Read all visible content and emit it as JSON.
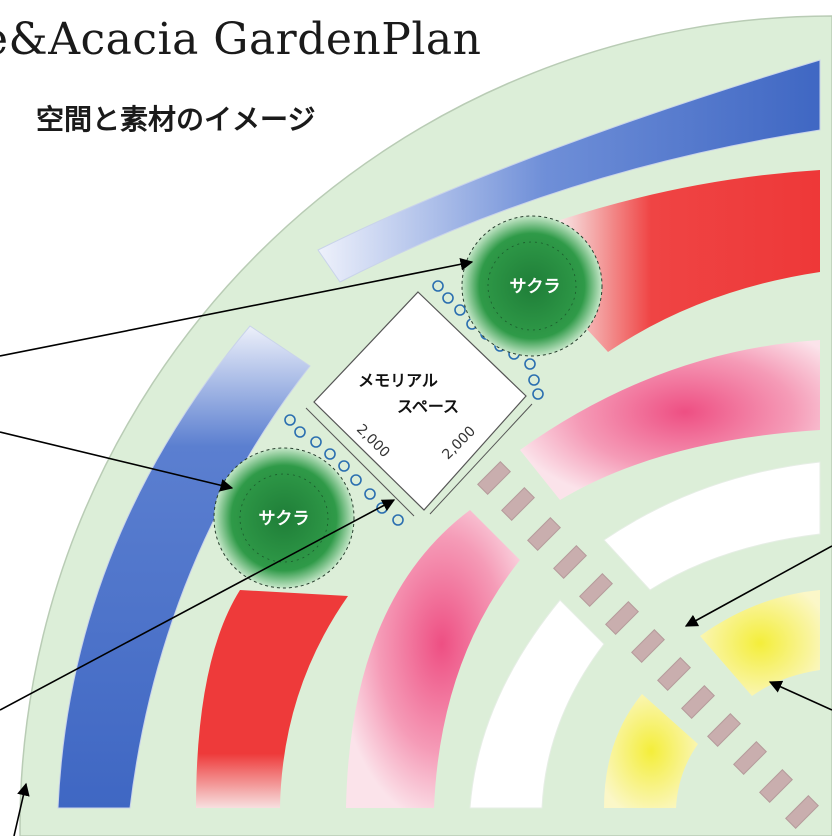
{
  "header": {
    "title": "e&Acacia GardenPlan",
    "subtitle": "空間と素材のイメージ"
  },
  "plan": {
    "trees": [
      {
        "label": "サクラ"
      },
      {
        "label": "サクラ"
      }
    ],
    "memorial_space": {
      "label_line1": "メモリアル",
      "label_line2": "スペース",
      "dim_a": "2,000",
      "dim_b": "2,000"
    }
  },
  "colors": {
    "lawn": "#dceed8",
    "blue_bed": "#4a72c8",
    "red_bed": "#ef3b3b",
    "pink_bed": "#ef5a8a",
    "yellow_bed": "#f5f04a",
    "paver": "#c9aeae",
    "tree": "#1f8a3c",
    "ring": "#2b6fb0"
  }
}
